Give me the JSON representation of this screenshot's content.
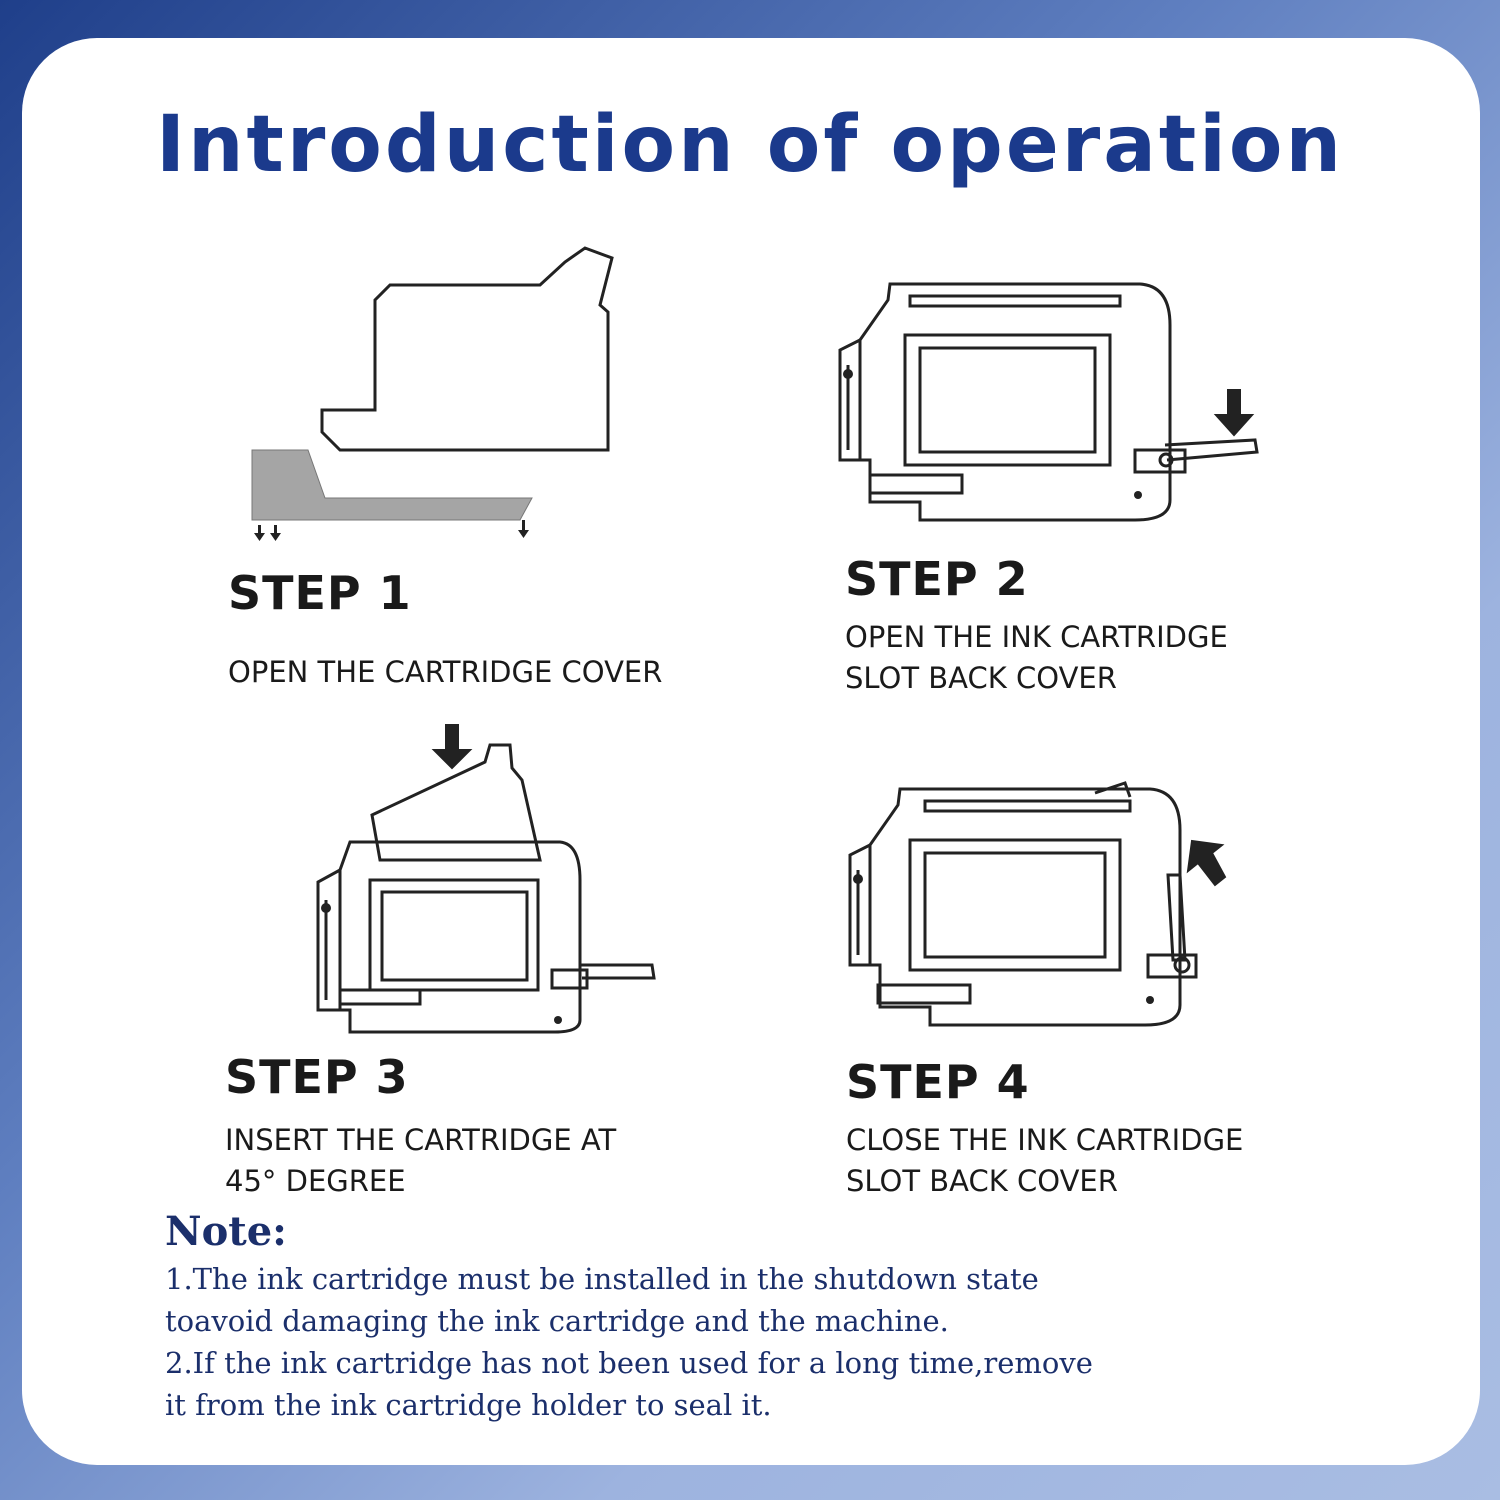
{
  "title": "Introduction of operation",
  "steps": [
    {
      "heading": "STEP 1",
      "lines": [
        "OPEN THE CARTRIDGE COVER"
      ],
      "illustration": "cartridge-cover-icon"
    },
    {
      "heading": "STEP 2",
      "lines": [
        "OPEN THE INK CARTRIDGE",
        "SLOT BACK COVER"
      ],
      "illustration": "printer-slot-open-icon"
    },
    {
      "heading": "STEP 3",
      "lines": [
        "INSERT THE CARTRIDGE AT",
        "45° DEGREE"
      ],
      "illustration": "printer-insert-cartridge-icon"
    },
    {
      "heading": "STEP 4",
      "lines": [
        "CLOSE THE INK CARTRIDGE",
        "SLOT BACK COVER"
      ],
      "illustration": "printer-slot-close-icon"
    }
  ],
  "note": {
    "heading": "Note:",
    "lines": [
      "1.The ink cartridge must be installed in the shutdown state",
      "toavoid damaging the ink cartridge and the machine.",
      "2.If the ink cartridge has not been used for a long time,remove",
      "it from the ink cartridge holder to seal it."
    ]
  },
  "colors": {
    "title": "#1b3a8c",
    "note": "#1b2f6b",
    "background": "#2a4b96",
    "card": "#ffffff"
  }
}
